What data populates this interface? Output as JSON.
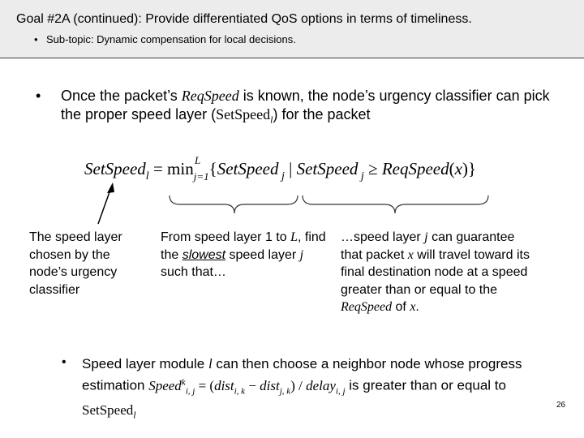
{
  "header": {
    "title": "Goal #2A (continued): Provide differentiated QoS options in terms of timeliness.",
    "subtopic_bullet": "•",
    "subtopic": "Sub-topic: Dynamic compensation for local decisions."
  },
  "bullet1": {
    "marker": "•",
    "part1": "Once the packet’s ",
    "term1": "ReqSpeed",
    "part2": " is known, the node’s urgency classifier can pick the proper speed layer (",
    "term2": "SetSpeed",
    "term2_sub": "l",
    "part3": ") for the packet"
  },
  "equation": {
    "lhs": "SetSpeed",
    "lhs_sub": "l",
    "equals": " = ",
    "min": "min",
    "min_sup": "L",
    "min_sub": "j=1",
    "open": "{",
    "term_a": "SetSpeed",
    "term_a_sub": " j",
    "bar": " | ",
    "term_b": "SetSpeed",
    "term_b_sub": " j",
    "geq": " ≥ ",
    "req": "ReqSpeed",
    "arg_open": "(",
    "arg": "x",
    "arg_close": ")",
    "close": "}"
  },
  "annotations": {
    "left": "The speed layer chosen by the node’s urgency classifier",
    "middle_a": "From speed layer 1 to ",
    "middle_L": "L",
    "middle_b": ", find the ",
    "middle_slowest": "slowest",
    "middle_c": " speed layer ",
    "middle_j": "j",
    "middle_d": " such that…",
    "right_a": "…speed layer ",
    "right_j": "j",
    "right_b": " can guarantee that packet ",
    "right_x": "x",
    "right_c": " will travel toward its final destination node at a speed greater than or equal to the ",
    "right_req": "ReqSpeed",
    "right_d": " of ",
    "right_x2": "x",
    "right_e": "."
  },
  "bullet2": {
    "marker": "•",
    "part1": "Speed layer module ",
    "l": "l",
    "part2": " can then choose a neighbor node whose progress estimation ",
    "eq_speed": "Speed",
    "eq_speed_sup": "k",
    "eq_speed_sub": "i, j",
    "eq_mid": " = (",
    "eq_dist1": "dist",
    "eq_dist1_sub": "i, k",
    "eq_minus": " − ",
    "eq_dist2": "dist",
    "eq_dist2_sub": "j, k",
    "eq_div": ") / ",
    "eq_delay": "delay",
    "eq_delay_sub": "i, j",
    "part3": " is greater than or equal to ",
    "term": "SetSpeed",
    "term_sub": "l"
  },
  "page_number": "26"
}
